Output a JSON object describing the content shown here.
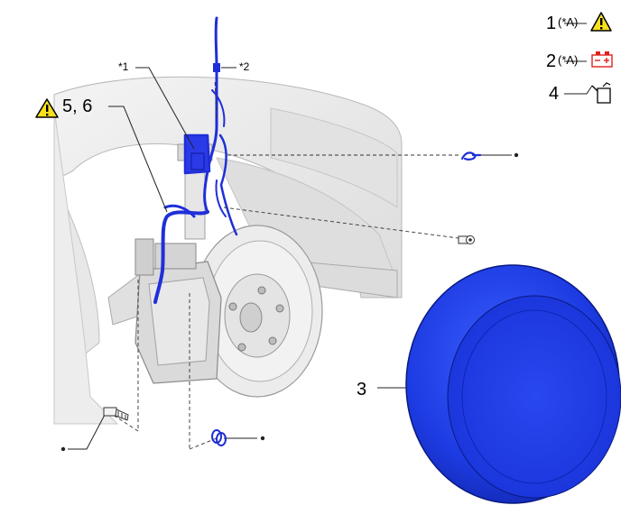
{
  "callouts": {
    "item1_number": "1",
    "item1_note": "(*A)",
    "item2_number": "2",
    "item2_note": "(*A)",
    "item3_number": "3",
    "item4_number": "4",
    "item56_number": "5, 6",
    "star1": "*1",
    "star2": "*2"
  },
  "icons": {
    "caution": "caution-triangle-icon",
    "battery": "battery-terminal-icon",
    "lubricant": "oil-can-icon"
  },
  "colors": {
    "hose_blue": "#1f2fd8",
    "tire_blue": "#1e3ee0",
    "battery_red": "#e0201c",
    "caution_yellow": "#f6e020",
    "line_gray": "#333333"
  }
}
